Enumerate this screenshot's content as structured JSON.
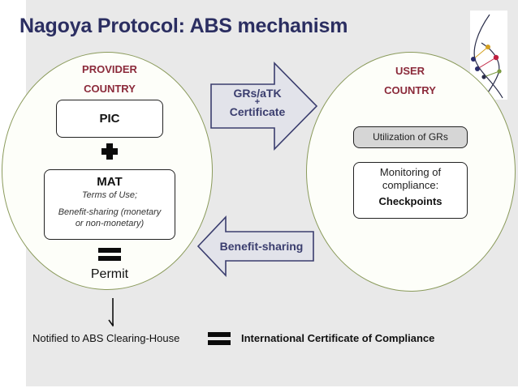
{
  "title": "Nagoya Protocol: ABS mechanism",
  "colors": {
    "title": "#2b2e61",
    "country_label": "#8b2a3a",
    "arrow_fill": "#e2e3ea",
    "arrow_stroke": "#3a3d6e",
    "circle_stroke": "#8a9a5b",
    "utilization_box_fill": "#d6d6d6"
  },
  "provider": {
    "label_line1": "PROVIDER",
    "label_line2": "COUNTRY",
    "pic": "PIC",
    "plus_icon": "plus-icon",
    "mat": {
      "title": "MAT",
      "line1": "Terms of Use;",
      "line2": "Benefit-sharing (monetary",
      "line3": "or non-monetary)"
    },
    "equals_icon": "equals-icon",
    "permit": "Permit"
  },
  "user": {
    "label_line1": "USER",
    "label_line2": "COUNTRY",
    "utilization": "Utilization of GRs",
    "monitoring_line1": "Monitoring of",
    "monitoring_line2": "compliance:",
    "checkpoints": "Checkpoints"
  },
  "arrows": {
    "to_user": {
      "line1": "GRs/aTK",
      "line2": "+",
      "line3": "Certificate"
    },
    "to_provider": {
      "label": "Benefit-sharing"
    }
  },
  "footer": {
    "notified": "Notified to ABS Clearing-House",
    "certificate": "International Certificate of Compliance"
  },
  "logo": "dna-helix-icon"
}
